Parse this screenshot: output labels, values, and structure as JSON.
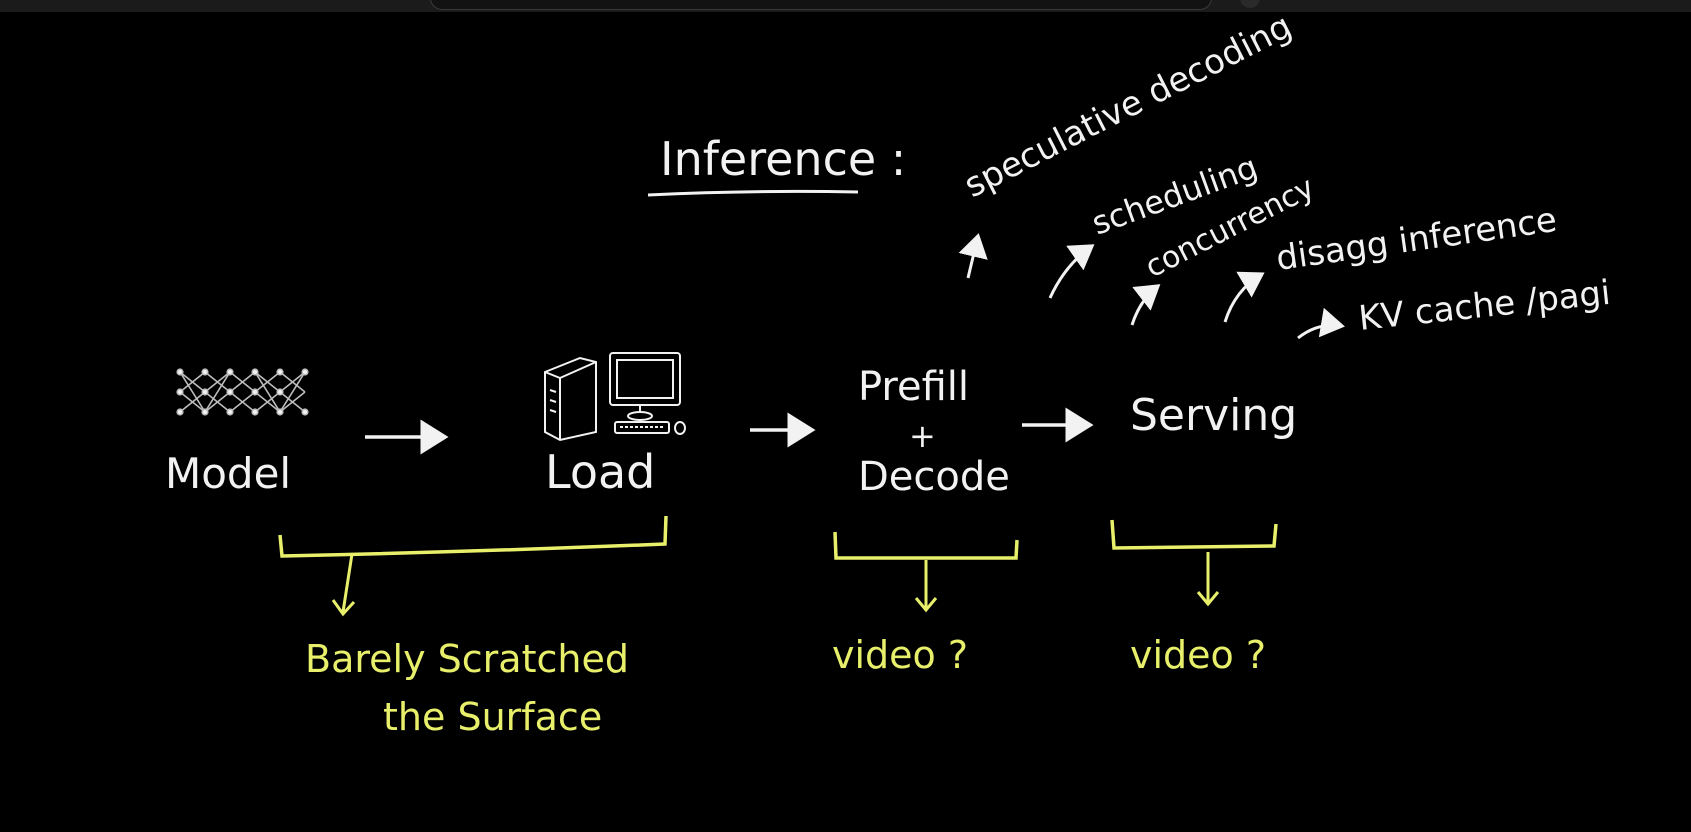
{
  "title": "Inference :",
  "nodes": {
    "model": "Model",
    "load": "Load",
    "prefill": "Prefill",
    "plus": "+",
    "decode": "Decode",
    "serving": "Serving"
  },
  "topics": {
    "speculative": "speculative decoding",
    "scheduling": "scheduling",
    "concurrency": "concurrency",
    "disagg": "disagg inference",
    "kv": "KV cache /pagi"
  },
  "notes": {
    "scratched_line1": "Barely Scratched",
    "scratched_line2": "the Surface",
    "video_prefill": "video ?",
    "video_serving": "video ?"
  },
  "colors": {
    "ink": "#f2f2f2",
    "highlight": "#e8ef6a",
    "background": "#000000"
  },
  "icons": {
    "model": "neural-network-icon",
    "load": "desktop-computer-icon"
  }
}
